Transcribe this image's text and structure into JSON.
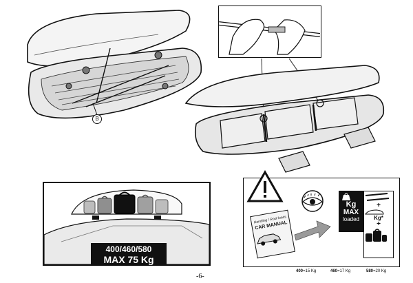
{
  "callout_marker": "B",
  "load_plate": {
    "models": "400/460/580",
    "max_load": "MAX 75 Kg"
  },
  "warning_panel": {
    "kg_label": "Kg",
    "max_label": "MAX",
    "loaded_label": "loaded",
    "plus_1": "+",
    "kg_star": "Kg*",
    "plus_2": "+",
    "manual_title": "CAR MANUAL",
    "manual_subtitle": "Handling / Roof loads"
  },
  "weights": [
    {
      "model": "400",
      "text": "=15 Kg"
    },
    {
      "model": "460",
      "text": "=17 Kg"
    },
    {
      "model": "580",
      "text": "=20 Kg"
    }
  ],
  "page_number": "-6-"
}
